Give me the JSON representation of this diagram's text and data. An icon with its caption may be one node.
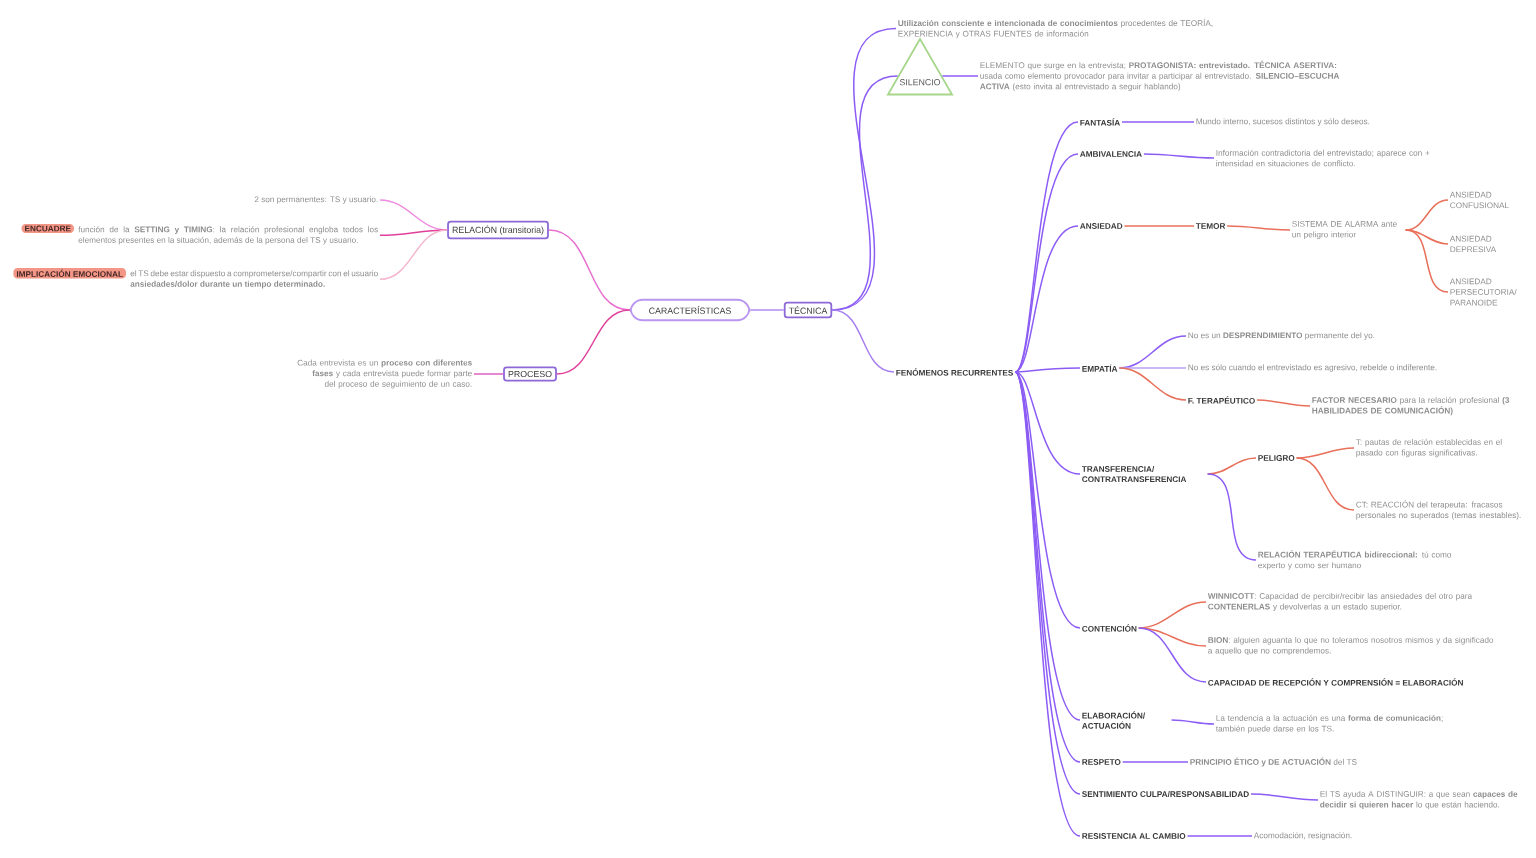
{
  "diagram": {
    "nodes": [
      {
        "text": [
          "CARACTERÍSTICAS"
        ]
      },
      {
        "text": [
          "RELACIÓN (transitoria)"
        ]
      },
      {
        "text": [
          "2 son permanentes: TS y usuario."
        ]
      },
      {
        "text": [
          "ENCUADRE"
        ]
      },
      {
        "text": [
          "función de la **SETTING y TIMING**: la relación profesional engloba todos los elementos presentes en la situación, además de la persona del TS y usuario."
        ]
      },
      {
        "text": [
          "IMPLICACIÓN EMOCIONAL"
        ]
      },
      {
        "text": [
          "el TS debe estar dispuesto a comprometerse/compartir con el usuario **ansiedades/dolor durante un tiempo determinado.**"
        ]
      },
      {
        "text": [
          "PROCESO"
        ]
      },
      {
        "text": [
          "Cada entrevista es un **proceso con diferentes fases** y cada entrevista puede formar parte del proceso de seguimiento de un caso."
        ]
      },
      {
        "text": [
          "TÉCNICA"
        ]
      },
      {
        "text": [
          "**Utilización consciente e intencionada de conocimientos** procedentes de TEORÍA, EXPERIENCIA y OTRAS FUENTES de información"
        ]
      },
      {
        "text": [
          "SILENCIO"
        ]
      },
      {
        "text": [
          "ELEMENTO que surge en la entrevista; **PROTAGONISTA: entrevistado. TÉCNICA ASERTIVA:** usada como elemento provocador para invitar a participar al entrevistado. **SILENCIO–ESCUCHA ACTIVA** (esto invita al entrevistado a seguir hablando)"
        ]
      },
      {
        "text": [
          "FENÓMENOS RECURRENTES"
        ]
      },
      {
        "text": [
          "FANTASÍA"
        ]
      },
      {
        "text": [
          "Mundo interno, sucesos distintos y sólo deseos."
        ]
      },
      {
        "text": [
          "AMBIVALENCIA"
        ]
      },
      {
        "text": [
          "Información contradictoria del entrevistado; aparece con + intensidad en situaciones de conflicto."
        ]
      },
      {
        "text": [
          "ANSIEDAD"
        ]
      },
      {
        "text": [
          "TEMOR"
        ]
      },
      {
        "text": [
          "SISTEMA DE ALARMA ante un peligro interior"
        ]
      },
      {
        "text": [
          "ANSIEDAD CONFUSIONAL"
        ]
      },
      {
        "text": [
          "ANSIEDAD DEPRESIVA"
        ]
      },
      {
        "text": [
          "ANSIEDAD PERSECUTORIA/ PARANOIDE"
        ]
      },
      {
        "text": [
          "EMPATÍA"
        ]
      },
      {
        "text": [
          "No es un **DESPRENDIMIENTO** permanente del yo."
        ]
      },
      {
        "text": [
          "No es sólo cuando el entrevistado es agresivo, rebelde o indiferente."
        ]
      },
      {
        "text": [
          "F. TERAPÉUTICO"
        ]
      },
      {
        "text": [
          "**FACTOR NECESARIO** para la relación profesional **(3 HABILIDADES DE COMUNICACIÓN)**"
        ]
      },
      {
        "text": [
          "TRANSFERENCIA/ CONTRATRANSFERENCIA"
        ]
      },
      {
        "text": [
          "PELIGRO"
        ]
      },
      {
        "text": [
          "T: pautas de relación establecidas en el pasado con figuras significativas."
        ]
      },
      {
        "text": [
          "CT: REACCIÓN del terapeuta: fracasos personales no superados (temas inestables)."
        ]
      },
      {
        "text": [
          "**RELACIÓN TERAPÉUTICA bidireccional:** tú como experto y como ser humano"
        ]
      },
      {
        "text": [
          "CONTENCIÓN"
        ]
      },
      {
        "text": [
          "**WINNICOTT**: Capacidad de percibir/recibir las ansiedades del otro para **CONTENERLAS** y devolverlas a un estado superior."
        ]
      },
      {
        "text": [
          "**BION**: alguien aguanta lo que no toleramos nosotros mismos y da significado a aquello que no comprendemos."
        ]
      },
      {
        "text": [
          "CAPACIDAD DE RECEPCIÓN Y COMPRENSIÓN = ELABORACIÓN"
        ]
      },
      {
        "text": [
          "ELABORACIÓN/ ACTUACIÓN"
        ]
      },
      {
        "text": [
          "La tendencia a la actuación es una **forma de comunicación**; también puede darse en los TS."
        ]
      },
      {
        "text": [
          "RESPETO"
        ]
      },
      {
        "text": [
          "**PRINCIPIO ÉTICO y DE ACTUACIÓN** del TS"
        ]
      },
      {
        "text": [
          "SENTIMIENTO CULPA/RESPONSABILIDAD"
        ]
      },
      {
        "text": [
          "El TS ayuda A DISTINGUIR: a que sean **capaces de decidir si quieren hacer** lo que están haciendo."
        ]
      },
      {
        "text": [
          "RESISTENCIA AL CAMBIO"
        ]
      },
      {
        "text": [
          "Acomodación, resignación."
        ]
      }
    ],
    "edges": [
      {
        "from": 0,
        "to": 1,
        "arrow": "none",
        "color": "#e86fd0"
      },
      {
        "from": 1,
        "to": 2,
        "arrow": "none",
        "color": "#f08ae0"
      },
      {
        "from": 1,
        "to": 4,
        "arrow": "none",
        "color": "#e0409a"
      },
      {
        "from": 1,
        "to": 6,
        "arrow": "none",
        "color": "#f4b6cf"
      },
      {
        "from": 0,
        "to": 7,
        "arrow": "none",
        "color": "#e0409a"
      },
      {
        "from": 7,
        "to": 8,
        "arrow": "none",
        "color": "#e060c0"
      },
      {
        "from": 0,
        "to": 9,
        "arrow": "none",
        "color": "#b38cf2"
      },
      {
        "from": 9,
        "to": 10,
        "arrow": "none"
      },
      {
        "from": 9,
        "to": 11,
        "arrow": "none"
      },
      {
        "from": 11,
        "to": 12,
        "arrow": "none"
      },
      {
        "from": 9,
        "to": 13,
        "arrow": "none",
        "color": "#a77ff0"
      },
      {
        "from": 13,
        "to": 14,
        "arrow": "none"
      },
      {
        "from": 14,
        "to": 15,
        "arrow": "none"
      },
      {
        "from": 13,
        "to": 16,
        "arrow": "none"
      },
      {
        "from": 16,
        "to": 17,
        "arrow": "none"
      },
      {
        "from": 13,
        "to": 18,
        "arrow": "none"
      },
      {
        "from": 18,
        "to": 19,
        "arrow": "none",
        "color": "#e8705a"
      },
      {
        "from": 19,
        "to": 20,
        "arrow": "none",
        "color": "#e8705a"
      },
      {
        "from": 20,
        "to": 21,
        "arrow": "none",
        "color": "#e8705a"
      },
      {
        "from": 20,
        "to": 22,
        "arrow": "none",
        "color": "#e8705a"
      },
      {
        "from": 20,
        "to": 23,
        "arrow": "none",
        "color": "#e8705a"
      },
      {
        "from": 13,
        "to": 24,
        "arrow": "none"
      },
      {
        "from": 24,
        "to": 25,
        "arrow": "none"
      },
      {
        "from": 24,
        "to": 26,
        "arrow": "none",
        "color": "#b9a0f5"
      },
      {
        "from": 24,
        "to": 27,
        "arrow": "none",
        "color": "#e8705a"
      },
      {
        "from": 27,
        "to": 28,
        "arrow": "none",
        "color": "#e8705a"
      },
      {
        "from": 13,
        "to": 29,
        "arrow": "none"
      },
      {
        "from": 29,
        "to": 30,
        "arrow": "none",
        "color": "#e8705a"
      },
      {
        "from": 30,
        "to": 31,
        "arrow": "none",
        "color": "#e8705a"
      },
      {
        "from": 30,
        "to": 32,
        "arrow": "none",
        "color": "#e8705a"
      },
      {
        "from": 29,
        "to": 33,
        "arrow": "none"
      },
      {
        "from": 13,
        "to": 34,
        "arrow": "none"
      },
      {
        "from": 34,
        "to": 35,
        "arrow": "none",
        "color": "#e8705a"
      },
      {
        "from": 34,
        "to": 36,
        "arrow": "none",
        "color": "#e8705a"
      },
      {
        "from": 34,
        "to": 37,
        "arrow": "none"
      },
      {
        "from": 13,
        "to": 38,
        "arrow": "none"
      },
      {
        "from": 38,
        "to": 39,
        "arrow": "none"
      },
      {
        "from": 13,
        "to": 40,
        "arrow": "none"
      },
      {
        "from": 40,
        "to": 41,
        "arrow": "none"
      },
      {
        "from": 13,
        "to": 42,
        "arrow": "none"
      },
      {
        "from": 42,
        "to": 43,
        "arrow": "none"
      },
      {
        "from": 13,
        "to": 44,
        "arrow": "none"
      },
      {
        "from": 44,
        "to": 45,
        "arrow": "none"
      }
    ]
  }
}
